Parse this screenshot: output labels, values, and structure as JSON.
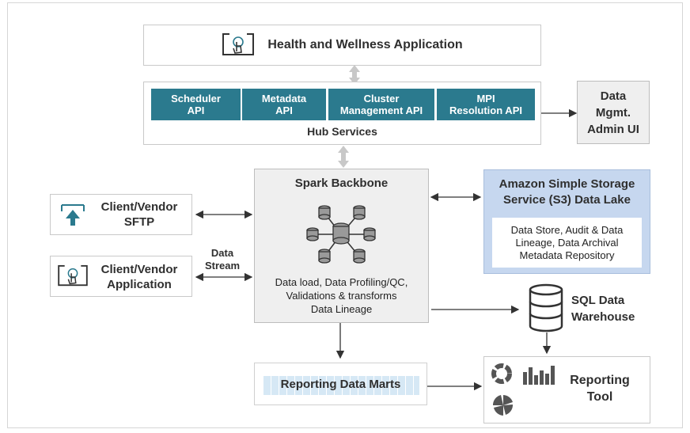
{
  "health_app": {
    "title": "Health and Wellness Application",
    "icon": "touch-screen-icon"
  },
  "hub_services": {
    "label": "Hub Services",
    "apis": [
      {
        "label": "Scheduler\nAPI"
      },
      {
        "label": "Metadata\nAPI"
      },
      {
        "label": "Cluster\nManagement API"
      },
      {
        "label": "MPI\nResolution API"
      }
    ]
  },
  "admin_ui": {
    "label": "Data\nMgmt.\nAdmin UI"
  },
  "spark": {
    "title": "Spark Backbone",
    "description": "Data load, Data Profiling/QC,\nValidations & transforms\nData Lineage",
    "icon": "database-network-icon"
  },
  "s3": {
    "title": "Amazon Simple Storage\nService (S3) Data Lake",
    "content": "Data Store, Audit & Data\nLineage, Data Archival\nMetadata Repository"
  },
  "client_sftp": {
    "label": "Client/Vendor\nSFTP",
    "icon": "upload-icon"
  },
  "client_app": {
    "label": "Client/Vendor\nApplication",
    "icon": "touch-screen-icon"
  },
  "data_stream": {
    "label": "Data\nStream"
  },
  "sql_warehouse": {
    "label": "SQL Data\nWarehouse",
    "icon": "database-icon"
  },
  "reporting_marts": {
    "label": "Reporting Data Marts"
  },
  "reporting_tool": {
    "label": "Reporting\nTool",
    "icons": [
      "donut-chart-icon",
      "bar-chart-icon",
      "pie-chart-icon"
    ]
  },
  "colors": {
    "accent": "#2b7a8e",
    "s3_bg": "#c6d7ef",
    "box_gray": "#efefef"
  }
}
